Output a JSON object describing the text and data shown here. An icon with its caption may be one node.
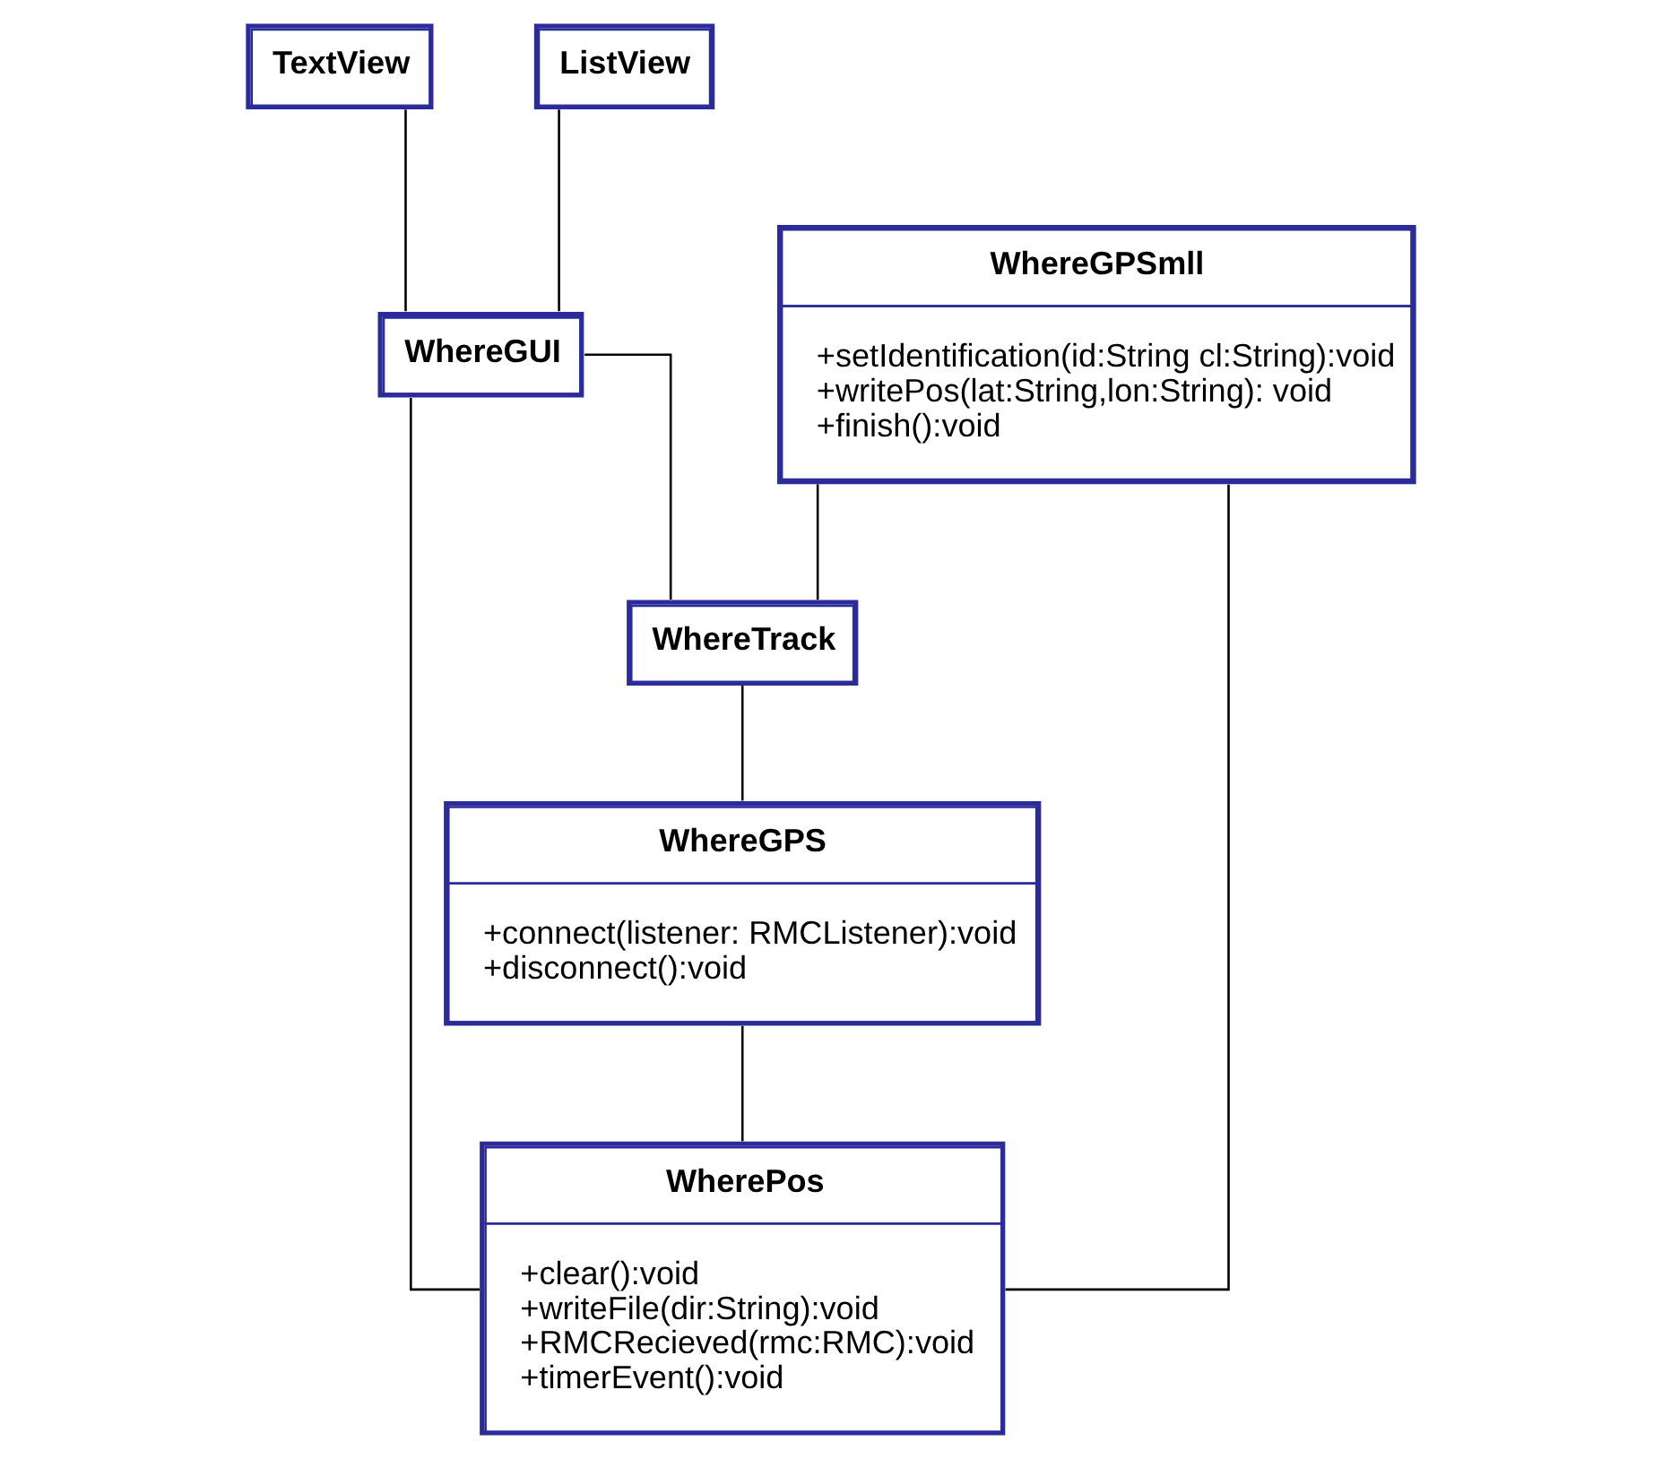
{
  "diagram": {
    "nodes": [
      {
        "text": [
          "TextView"
        ]
      },
      {
        "text": [
          "ListView"
        ]
      },
      {
        "text": [
          "WhereGPSmll",
          "+setIdentification(id:String cl:String):void",
          "+writePos(lat:String,lon:String): void",
          "+finish():void"
        ]
      },
      {
        "text": [
          "WhereGUI"
        ]
      },
      {
        "text": [
          "WhereTrack"
        ]
      },
      {
        "text": [
          "WhereGPS",
          "+connect(listener: RMCListener):void",
          "+disconnect():void"
        ]
      },
      {
        "text": [
          "WherePos",
          "+clear():void",
          "+writeFile(dir:String):void",
          "+RMCRecieved(rmc:RMC):void",
          "+timerEvent():void"
        ]
      }
    ],
    "edges": [
      {
        "from": 0,
        "to": 3,
        "arrow": "none"
      },
      {
        "from": 1,
        "to": 3,
        "arrow": "none"
      },
      {
        "from": 3,
        "to": 4,
        "arrow": "none"
      },
      {
        "from": 3,
        "to": 6,
        "arrow": "none"
      },
      {
        "from": 2,
        "to": 4,
        "arrow": "none"
      },
      {
        "from": 2,
        "to": 6,
        "arrow": "none"
      },
      {
        "from": 4,
        "to": 5,
        "arrow": "none"
      },
      {
        "from": 5,
        "to": 6,
        "arrow": "none"
      }
    ]
  }
}
